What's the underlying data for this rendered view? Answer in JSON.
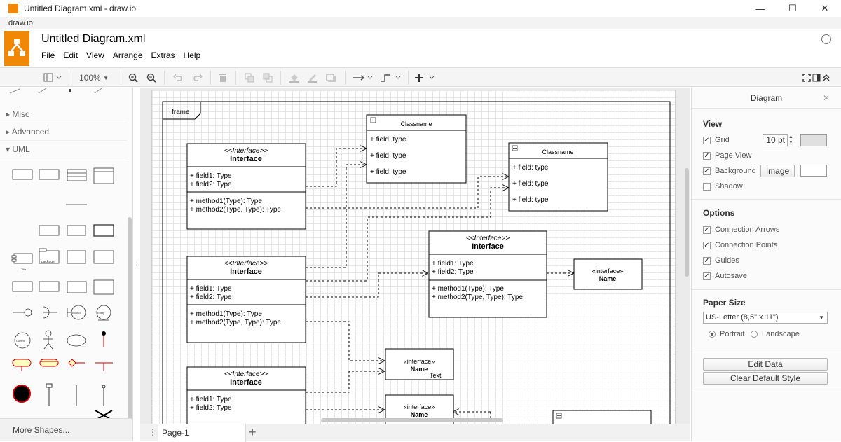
{
  "window": {
    "title": "Untitled Diagram.xml - draw.io",
    "minimize": "—",
    "maximize": "☐",
    "close": "✕"
  },
  "menubar": {
    "label": "draw.io"
  },
  "header": {
    "doc_title": "Untitled Diagram.xml",
    "menus": [
      "File",
      "Edit",
      "View",
      "Arrange",
      "Extras",
      "Help"
    ]
  },
  "toolbar": {
    "zoom": "100%"
  },
  "sidebar": {
    "sections": [
      "Misc",
      "Advanced",
      "UML"
    ],
    "more_shapes": "More Shapes...",
    "shape_labels": {
      "package": "package",
      "title": "Title",
      "control": "Control Object",
      "entity": "Entity Object",
      "boundary": "Boundary Object"
    }
  },
  "pages": {
    "tab": "Page-1"
  },
  "panel": {
    "title": "Diagram",
    "view_title": "View",
    "grid_label": "Grid",
    "grid_size": "10 pt",
    "page_view_label": "Page View",
    "background_label": "Background",
    "image_button": "Image",
    "shadow_label": "Shadow",
    "options_title": "Options",
    "connection_arrows": "Connection Arrows",
    "connection_points": "Connection Points",
    "guides": "Guides",
    "autosave": "Autosave",
    "paper_title": "Paper Size",
    "paper_value": "US-Letter (8,5\" x 11\")",
    "portrait": "Portrait",
    "landscape": "Landscape",
    "edit_data": "Edit Data",
    "clear_style": "Clear Default Style"
  },
  "diagram": {
    "frame_label": "frame",
    "interface_stereo": "<<Interface>>",
    "interface_name": "Interface",
    "field1": "+ field1: Type",
    "field2": "+ field2: Type",
    "method1": "+ method1(Type): Type",
    "method2": "+ method2(Type, Type): Type",
    "classname": "Classname",
    "field": "+ field: type",
    "small_stereo": "«interface»",
    "small_name": "Name",
    "text_label": "Text"
  }
}
